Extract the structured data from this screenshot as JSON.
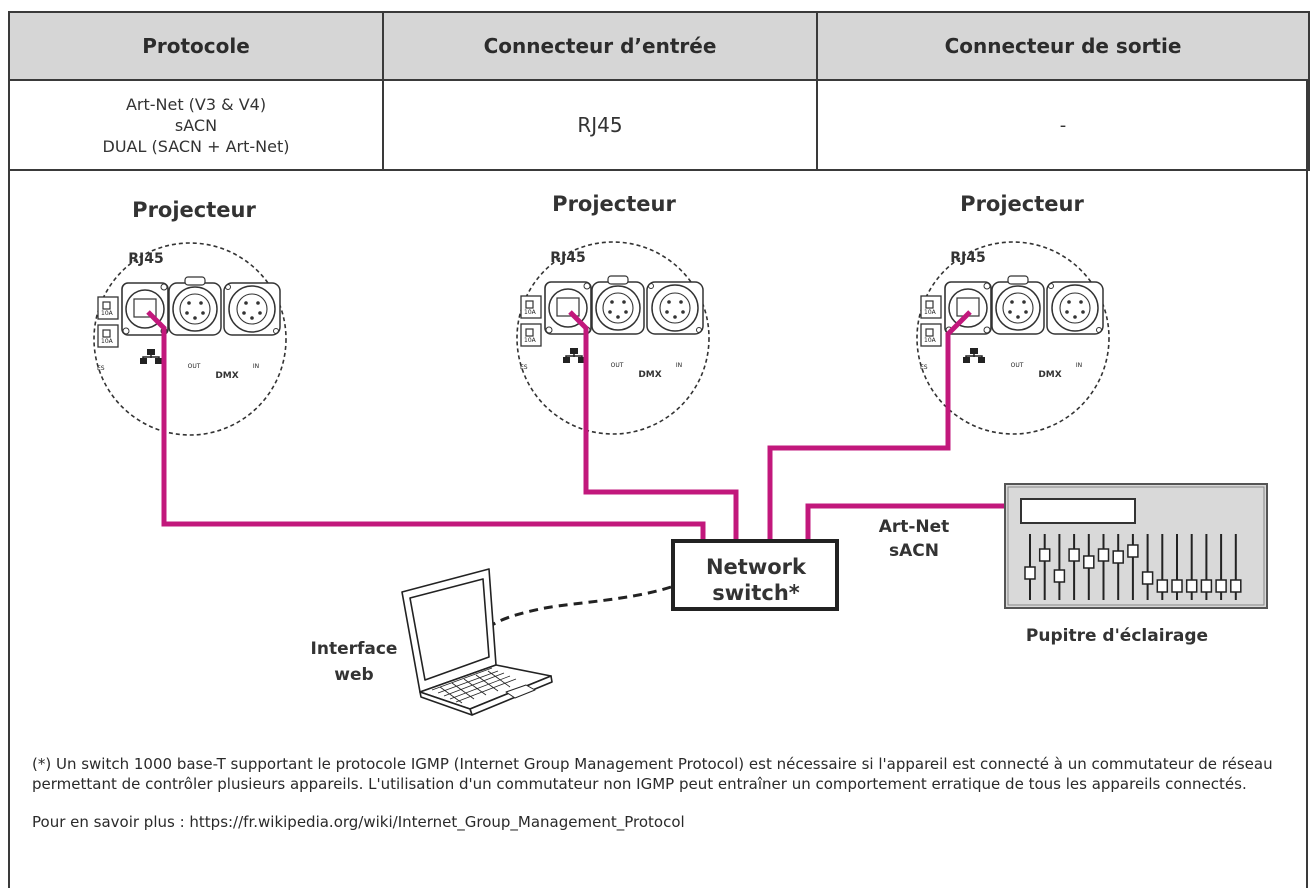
{
  "table": {
    "headers": [
      "Protocole",
      "Connecteur d’entrée",
      "Connecteur de sortie"
    ],
    "row": {
      "protocols": [
        "Art-Net (V3 & V4)",
        "sACN",
        "DUAL (SACN + Art-Net)"
      ],
      "input": "RJ45",
      "output": "-"
    }
  },
  "diagram": {
    "fixtures": [
      {
        "title": "Projecteur",
        "port_label": "RJ45",
        "fuse": "10A",
        "out": "OUT",
        "in": "IN",
        "dmx": "DMX",
        "es": "ES"
      },
      {
        "title": "Projecteur",
        "port_label": "RJ45",
        "fuse": "10A",
        "out": "OUT",
        "in": "IN",
        "dmx": "DMX",
        "es": "ES"
      },
      {
        "title": "Projecteur",
        "port_label": "RJ45",
        "fuse": "10A",
        "out": "OUT",
        "in": "IN",
        "dmx": "DMX",
        "es": "ES"
      }
    ],
    "switch": {
      "line1": "Network",
      "line2": "switch*"
    },
    "console_protocol": {
      "line1": "Art-Net",
      "line2": "sACN"
    },
    "console_label": "Pupitre d'éclairage",
    "web": {
      "line1": "Interface",
      "line2": "web"
    },
    "cable_color": "#c2187c"
  },
  "notes": {
    "footnote": "(*) Un switch 1000 base-T supportant le protocole IGMP (Internet Group Management Protocol) est nécessaire si l'appareil est connecté à un commutateur de réseau permettant de contrôler plusieurs appareils. L'utilisation d'un commutateur non IGMP peut entraîner un comportement erratique de tous les appareils connectés.",
    "more_info": "Pour en savoir plus : https://fr.wikipedia.org/wiki/Internet_Group_Management_Protocol"
  }
}
